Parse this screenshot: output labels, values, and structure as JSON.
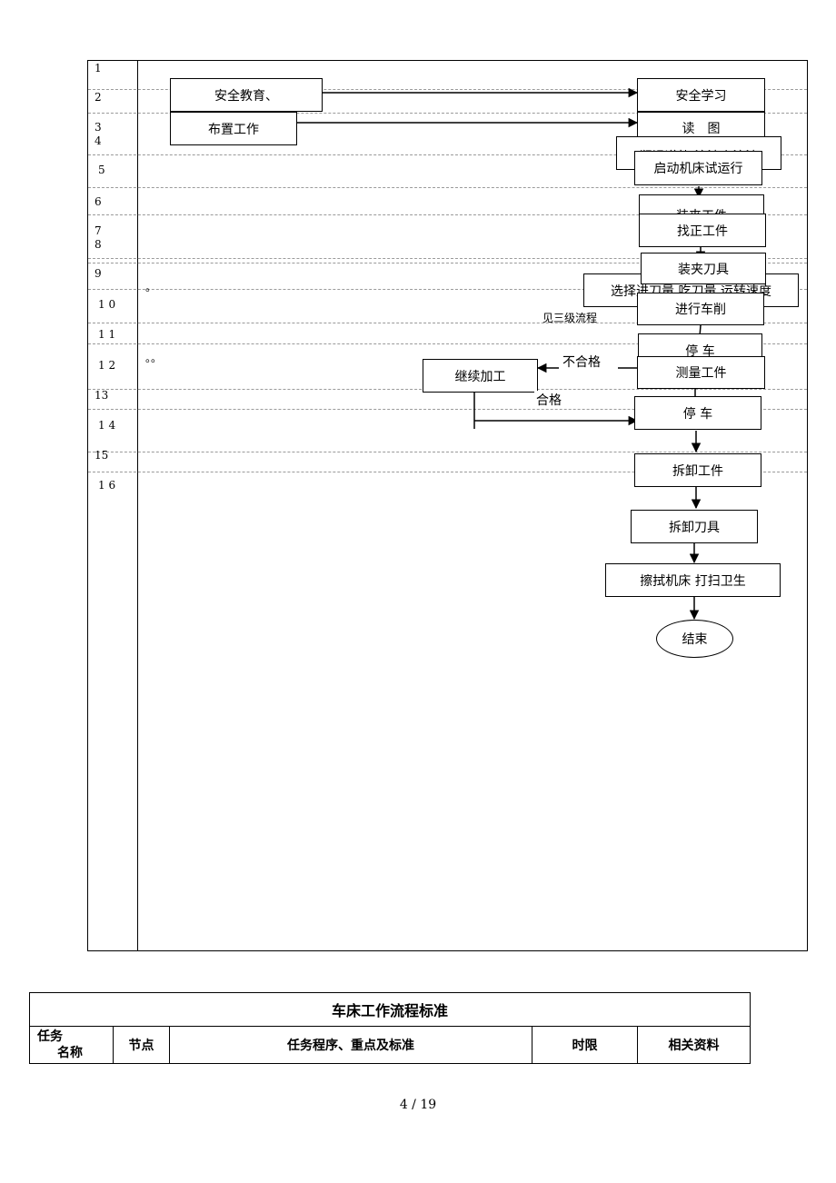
{
  "row_numbers": [
    "1",
    "2",
    "3",
    "4",
    "5",
    "6",
    "7",
    "8",
    "9",
    "1 0",
    "1 1",
    "1 2",
    "13",
    "1 4",
    "15",
    "1 6"
  ],
  "flow": {
    "safety_education": "安全教育、",
    "arrange_work": "布置工作",
    "safety_study": "安全学习",
    "read_drawing": "读　图",
    "lubricate_rails": "润滑道轨 注油点注油",
    "start_machine": "启动机床试运行",
    "clamp_workpiece": "装夹工件",
    "align_workpiece": "找正工件",
    "clamp_tool": "装夹刀具",
    "select_params": "选择进刀量 吃刀量 运转速度",
    "turning": "进行车削",
    "stop_1": "停 车",
    "measure": "测量工件",
    "continue_machining": "继续加工",
    "fail_label": "不合格",
    "pass_label": "合格",
    "see_level3": "见三级流程",
    "stop_2": "停 车",
    "remove_workpiece": "拆卸工件",
    "remove_tool": "拆卸刀具",
    "clean": "擦拭机床 打扫卫生",
    "end": "结束"
  },
  "marks": {
    "mark_a": "。",
    "mark_b": "。。"
  },
  "table": {
    "title": "车床工作流程标准",
    "headers": {
      "task_line1": "任务",
      "task_line2": "名称",
      "node": "节点",
      "program": "任务程序、重点及标准",
      "deadline": "时限",
      "materials": "相关资料"
    }
  },
  "page_number": "4 / 19"
}
